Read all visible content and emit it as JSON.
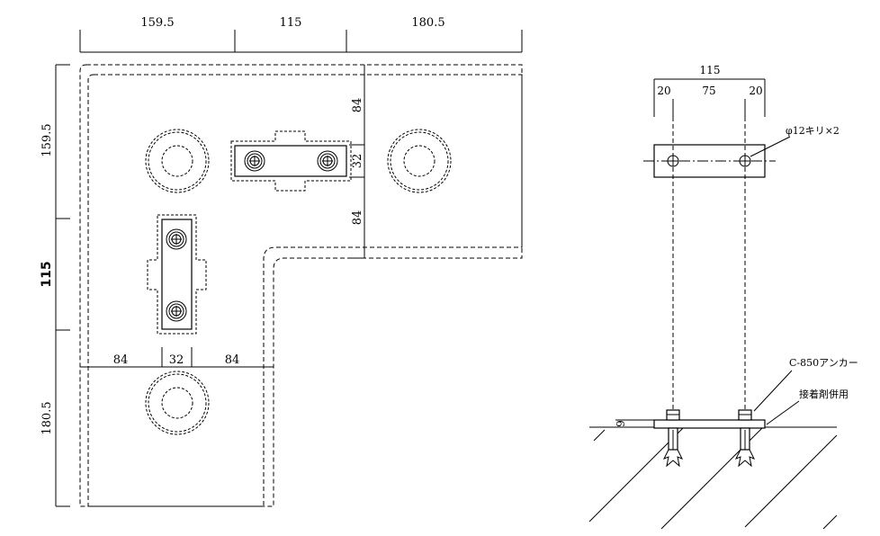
{
  "plan_view": {
    "top_dims": [
      "159.5",
      "115",
      "180.5"
    ],
    "left_dims": [
      "159.5",
      "115",
      "180.5"
    ],
    "right_dims": [
      "84",
      "32",
      "84"
    ],
    "bottom_dims": [
      "84",
      "32",
      "84"
    ]
  },
  "side_view": {
    "overall_width": "115",
    "segment_dims": [
      "20",
      "75",
      "20"
    ],
    "hole_note": "φ12キリ×2",
    "anchor_note": "C-850アンカー",
    "adhesive_note": "接着剤併用",
    "plate_thickness": "9"
  }
}
